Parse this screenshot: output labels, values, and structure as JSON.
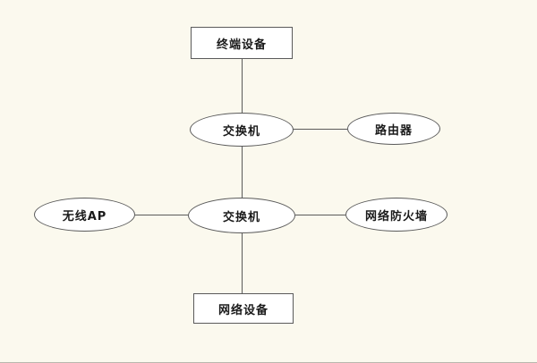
{
  "diagram": {
    "background_color": "#fbf9ee",
    "node_fill_color": "#ffffff",
    "line_color": "#5a5a5a",
    "text_color": "#1a1a1a",
    "nodes": [
      {
        "id": "terminal-device",
        "label": "终端设备",
        "shape": "rectangle"
      },
      {
        "id": "switch-upper",
        "label": "交换机",
        "shape": "ellipse"
      },
      {
        "id": "router",
        "label": "路由器",
        "shape": "ellipse"
      },
      {
        "id": "wireless-ap",
        "label": "无线AP",
        "shape": "ellipse"
      },
      {
        "id": "switch-lower",
        "label": "交换机",
        "shape": "ellipse"
      },
      {
        "id": "network-firewall",
        "label": "网络防火墙",
        "shape": "ellipse"
      },
      {
        "id": "network-device",
        "label": "网络设备",
        "shape": "rectangle"
      }
    ],
    "edges": [
      {
        "from": "terminal-device",
        "to": "switch-upper"
      },
      {
        "from": "switch-upper",
        "to": "router"
      },
      {
        "from": "switch-upper",
        "to": "switch-lower"
      },
      {
        "from": "wireless-ap",
        "to": "switch-lower"
      },
      {
        "from": "switch-lower",
        "to": "network-firewall"
      },
      {
        "from": "switch-lower",
        "to": "network-device"
      }
    ]
  }
}
